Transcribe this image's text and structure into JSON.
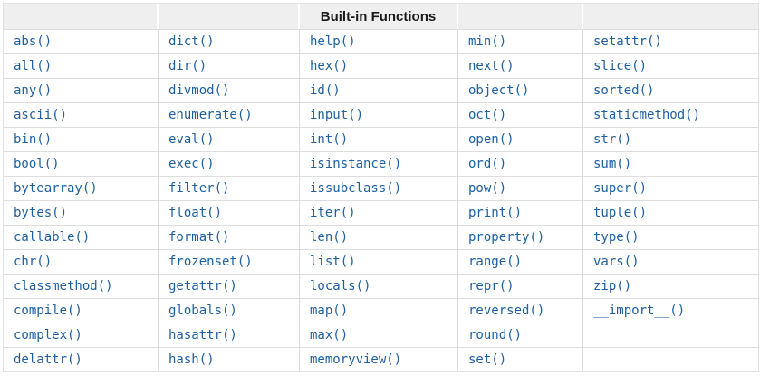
{
  "colors": {
    "link": "#1e5fa0",
    "header_bg": "#efefef",
    "header_text": "#1a1a1a",
    "border": "#dddddd",
    "outer_border": "#e2e2e2",
    "background": "#ffffff"
  },
  "table": {
    "title": "Built-in Functions",
    "rows": [
      [
        "abs()",
        "dict()",
        "help()",
        "min()",
        "setattr()"
      ],
      [
        "all()",
        "dir()",
        "hex()",
        "next()",
        "slice()"
      ],
      [
        "any()",
        "divmod()",
        "id()",
        "object()",
        "sorted()"
      ],
      [
        "ascii()",
        "enumerate()",
        "input()",
        "oct()",
        "staticmethod()"
      ],
      [
        "bin()",
        "eval()",
        "int()",
        "open()",
        "str()"
      ],
      [
        "bool()",
        "exec()",
        "isinstance()",
        "ord()",
        "sum()"
      ],
      [
        "bytearray()",
        "filter()",
        "issubclass()",
        "pow()",
        "super()"
      ],
      [
        "bytes()",
        "float()",
        "iter()",
        "print()",
        "tuple()"
      ],
      [
        "callable()",
        "format()",
        "len()",
        "property()",
        "type()"
      ],
      [
        "chr()",
        "frozenset()",
        "list()",
        "range()",
        "vars()"
      ],
      [
        "classmethod()",
        "getattr()",
        "locals()",
        "repr()",
        "zip()"
      ],
      [
        "compile()",
        "globals()",
        "map()",
        "reversed()",
        "__import__()"
      ],
      [
        "complex()",
        "hasattr()",
        "max()",
        "round()",
        ""
      ],
      [
        "delattr()",
        "hash()",
        "memoryview()",
        "set()",
        ""
      ]
    ]
  }
}
